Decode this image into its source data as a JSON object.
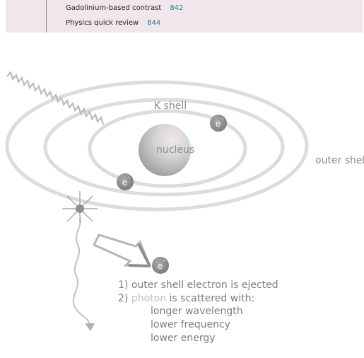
{
  "toc": {
    "items": [
      {
        "label": "Gadolinium-based contrast",
        "page": "842"
      },
      {
        "label": "Physics quick review",
        "page": "844"
      }
    ]
  },
  "diagram": {
    "k_shell_label": "K shell",
    "nucleus_label": "nucleus",
    "outer_shell_label": "outer shell",
    "electron_symbol": "e",
    "electron_charge": "-",
    "caption": {
      "line1": "1) outer shell electron is ejected",
      "line2_prefix": "2) ",
      "line2_highlight": "photon",
      "line2_suffix": " is scattered with:",
      "items": [
        "longer wavelength",
        "lower frequency",
        "lower energy"
      ]
    }
  },
  "colors": {
    "shell": "#d9d9d9",
    "photon": "#b5b5b5",
    "nucleus": "#c8c8c8",
    "electron": "#8a8a8a",
    "toc_background": "#efe7ec",
    "page_number": "#2a7f86"
  }
}
